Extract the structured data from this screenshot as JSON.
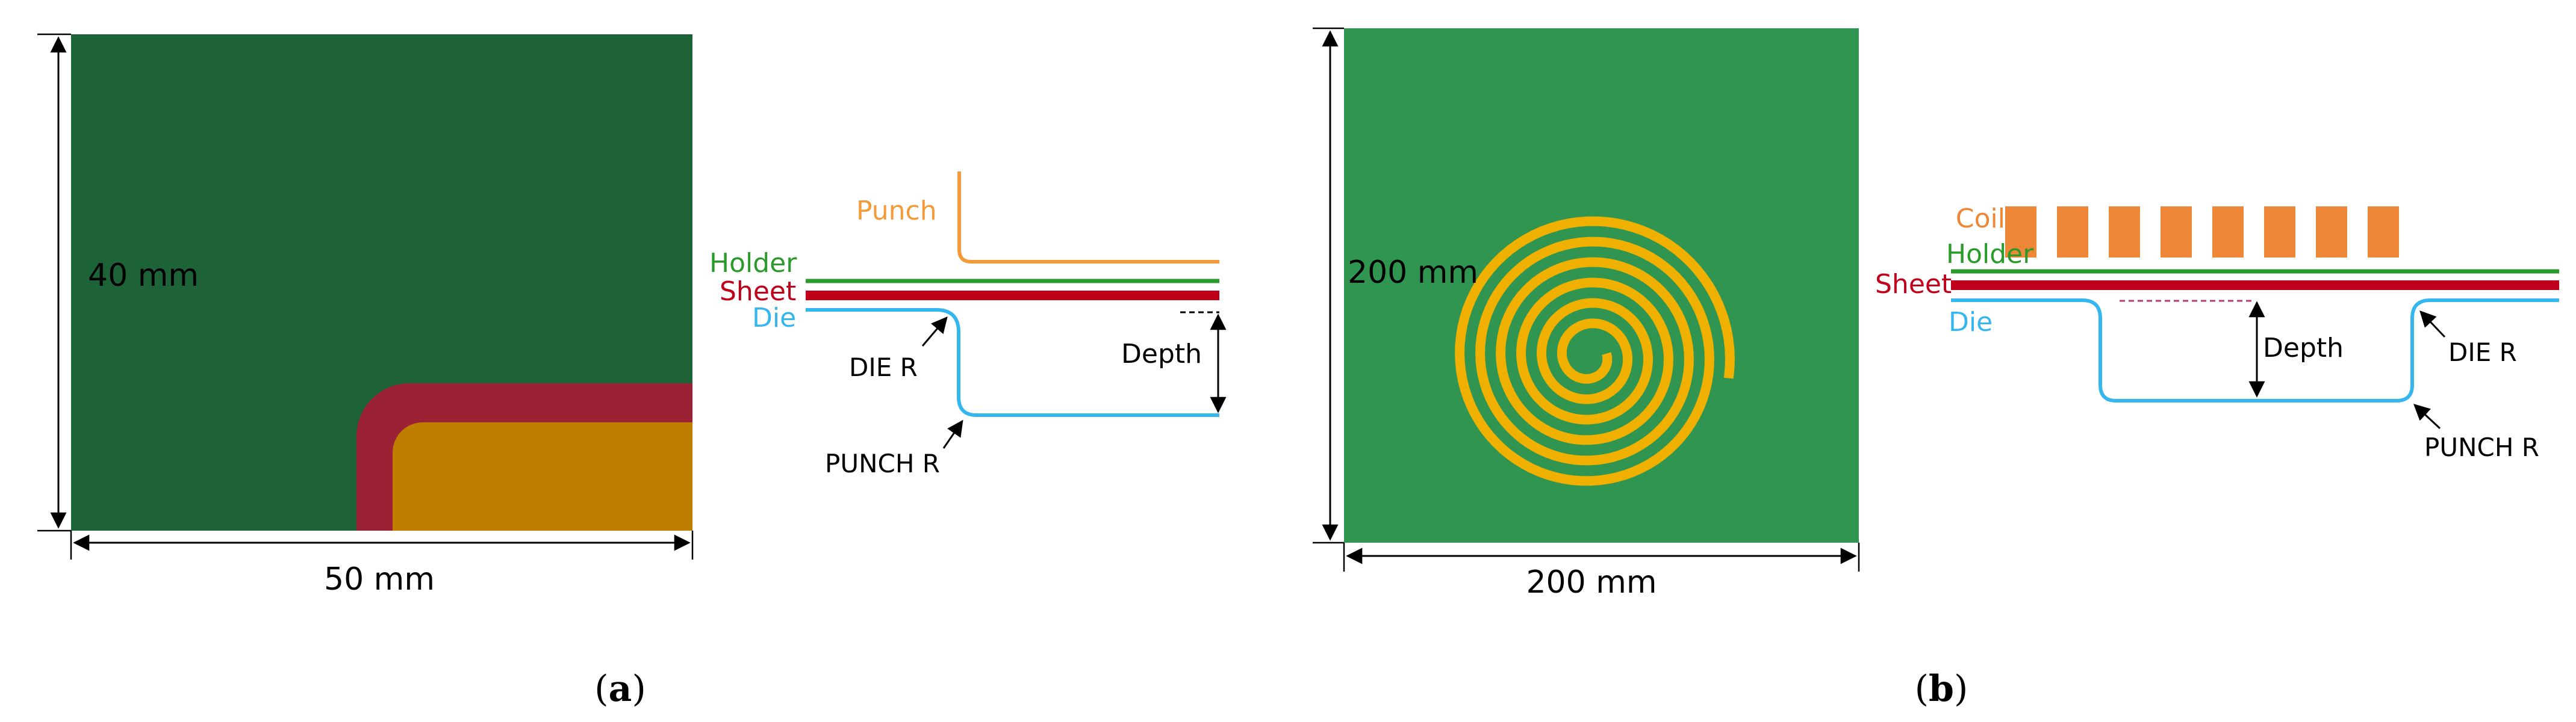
{
  "panel_a": {
    "height_label": "40 mm",
    "width_label": "50 mm",
    "caption_letter": "a",
    "diagram": {
      "punch": "Punch",
      "holder": "Holder",
      "sheet": "Sheet",
      "die": "Die",
      "die_r": "DIE R",
      "depth": "Depth",
      "punch_r": "PUNCH R"
    }
  },
  "panel_b": {
    "height_label": "200 mm",
    "width_label": "200 mm",
    "caption_letter": "b",
    "diagram": {
      "coil": "Coil",
      "holder": "Holder",
      "sheet": "Sheet",
      "die": "Die",
      "depth": "Depth",
      "die_r": "DIE R",
      "punch_r": "PUNCH R"
    }
  },
  "colors": {
    "board_dark": "#1e6238",
    "board_light": "#2f9550",
    "frame_red": "#9a2234",
    "pad_orange": "#bf7e00",
    "spiral_gold": "#f0b000",
    "coil_orange": "#ee8838",
    "punch_orange": "#f39a3a",
    "holder_green": "#2a9a2a",
    "sheet_red": "#c0001b",
    "die_blue": "#36b6ee"
  }
}
